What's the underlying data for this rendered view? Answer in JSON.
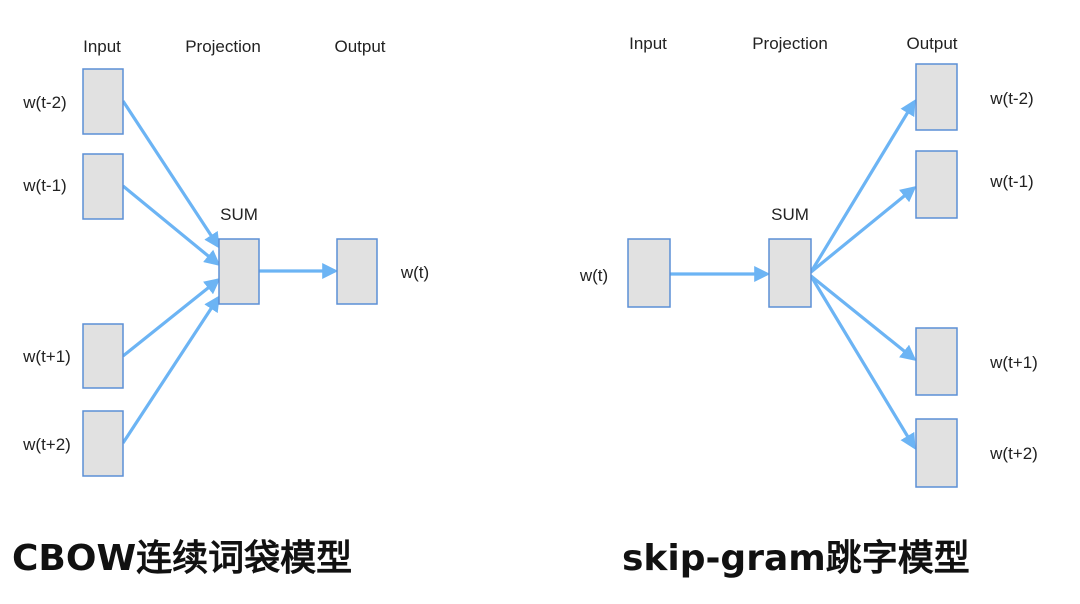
{
  "colors": {
    "box_fill": "#e1e1e1",
    "box_stroke": "#5b8fd6",
    "arrow": "#6cb4f4",
    "text": "#222222"
  },
  "cbow": {
    "headers": {
      "input": "Input",
      "projection": "Projection",
      "output": "Output"
    },
    "sum_label": "SUM",
    "inputs": [
      "w(t-2)",
      "w(t-1)",
      "w(t+1)",
      "w(t+2)"
    ],
    "output": "w(t)",
    "caption": "CBOW连续词袋模型"
  },
  "skipgram": {
    "headers": {
      "input": "Input",
      "projection": "Projection",
      "output": "Output"
    },
    "sum_label": "SUM",
    "input": "w(t)",
    "outputs": [
      "w(t-2)",
      "w(t-1)",
      "w(t+1)",
      "w(t+2)"
    ],
    "caption": "skip-gram跳字模型"
  }
}
